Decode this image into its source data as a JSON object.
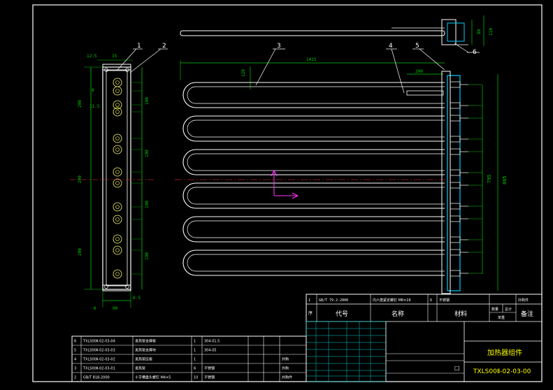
{
  "colors": {
    "background": "#000000",
    "frame": "#ffffff",
    "part": "#ffffff",
    "dimension": "#00cc00",
    "leader": "#ffffff",
    "label": "#ffff00",
    "hidden": "#ff3333",
    "axis": "#ff33ff",
    "wiring": "#00ccff",
    "table_text": "#ffff00",
    "table_grid": "#00cccc"
  },
  "balloons": [
    "1",
    "2",
    "3",
    "4",
    "5",
    "6"
  ],
  "dimensions": {
    "top_rail_height": "110",
    "top_rail_inner": "80",
    "overall_length": "1415",
    "tube_pitch": "120",
    "terminal_offset": "200",
    "height_inner": "795",
    "height_outer": "865",
    "left_block_top": "12.5",
    "left_block_mid": "15",
    "left_side_1": "200",
    "left_side_2": "200",
    "left_side_3": "200",
    "right_side_1": "190",
    "right_side_2": "190",
    "right_side_3": "190",
    "right_side_4": "190",
    "small_1": "8",
    "small_2": "11.5",
    "bottom_1": "6",
    "bottom_2": "90",
    "bottom_3": "6.5"
  },
  "title_block": {
    "header_row": {
      "code_label": "代号",
      "name_label": "名称",
      "material_label": "材料",
      "qty_label": "数量",
      "total_label": "总计",
      "single_label": "单重",
      "remark_label": "备注",
      "drawing_name": "加热器组件",
      "drawing_number": "TXLS00Ⅱ-02-03-00",
      "mark": "□"
    },
    "top_rows": [
      {
        "no": "1",
        "code": "GB/T 79.2-2000",
        "name": "内六角紧定螺钉 M8×16",
        "qty": "6",
        "material": "不锈钢",
        "remark": "外购件"
      }
    ],
    "parts_rows": [
      {
        "no": "6",
        "code": "TXLS00Ⅱ-02-03-04",
        "name": "发热管支撑板",
        "qty": "1",
        "material": "304-δ1.5",
        "remark": ""
      },
      {
        "no": "5",
        "code": "TXLS00Ⅱ-02-03-03",
        "name": "发热管支撑块",
        "qty": "1",
        "material": "304-δ5",
        "remark": ""
      },
      {
        "no": "4",
        "code": "TXLS00Ⅱ-02-03-02",
        "name": "发热管压板",
        "qty": "1",
        "material": "",
        "remark": "外购"
      },
      {
        "no": "3",
        "code": "TXLS00Ⅱ-02-03-01",
        "name": "发热管",
        "qty": "6",
        "material": "不锈钢",
        "remark": "外购"
      },
      {
        "no": "2",
        "code": "GB/T 818-2000",
        "name": "十字槽盘头螺钉 M4×5",
        "qty": "10",
        "material": "不锈钢",
        "remark": "外购件"
      }
    ]
  }
}
